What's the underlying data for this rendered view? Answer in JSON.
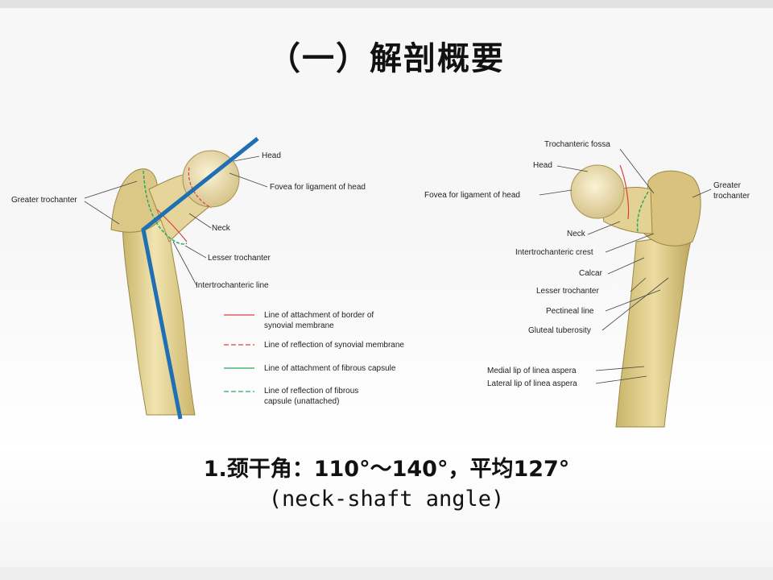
{
  "slide": {
    "title": "（一）解剖概要",
    "caption_line1": "1.颈干角：110°～140°，平均127°",
    "caption_line2": "(neck-shaft angle)"
  },
  "anterior_view": {
    "labels": {
      "head": "Head",
      "fovea": "Fovea for ligament of head",
      "greater_trochanter": "Greater trochanter",
      "neck": "Neck",
      "lesser_trochanter": "Lesser trochanter",
      "intertrochanteric_line": "Intertrochanteric line"
    },
    "legend": [
      {
        "text1": "Line of attachment of border of",
        "text2": "synovial membrane",
        "color": "#d94040",
        "dash": "solid"
      },
      {
        "text1": "Line of reflection of synovial membrane",
        "text2": "",
        "color": "#d94040",
        "dash": "dashed"
      },
      {
        "text1": "Line of attachment of fibrous capsule",
        "text2": "",
        "color": "#2aa860",
        "dash": "solid"
      },
      {
        "text1": "Line of reflection of fibrous",
        "text2": "capsule (unattached)",
        "color": "#2aa860",
        "dash": "dashed"
      }
    ],
    "axis_line_color": "#1f6fb5"
  },
  "posterior_view": {
    "labels": {
      "trochanteric_fossa": "Trochanteric fossa",
      "head": "Head",
      "fovea": "Fovea for ligament of head",
      "neck": "Neck",
      "intertrochanteric_crest": "Intertrochanteric crest",
      "calcar": "Calcar",
      "lesser_trochanter": "Lesser trochanter",
      "pectineal_line": "Pectineal line",
      "gluteal_tuberosity": "Gluteal tuberosity",
      "medial_lip": "Medial lip of linea aspera",
      "lateral_lip": "Lateral lip of linea aspera",
      "greater_trochanter_1": "Greater",
      "greater_trochanter_2": "trochanter"
    }
  }
}
